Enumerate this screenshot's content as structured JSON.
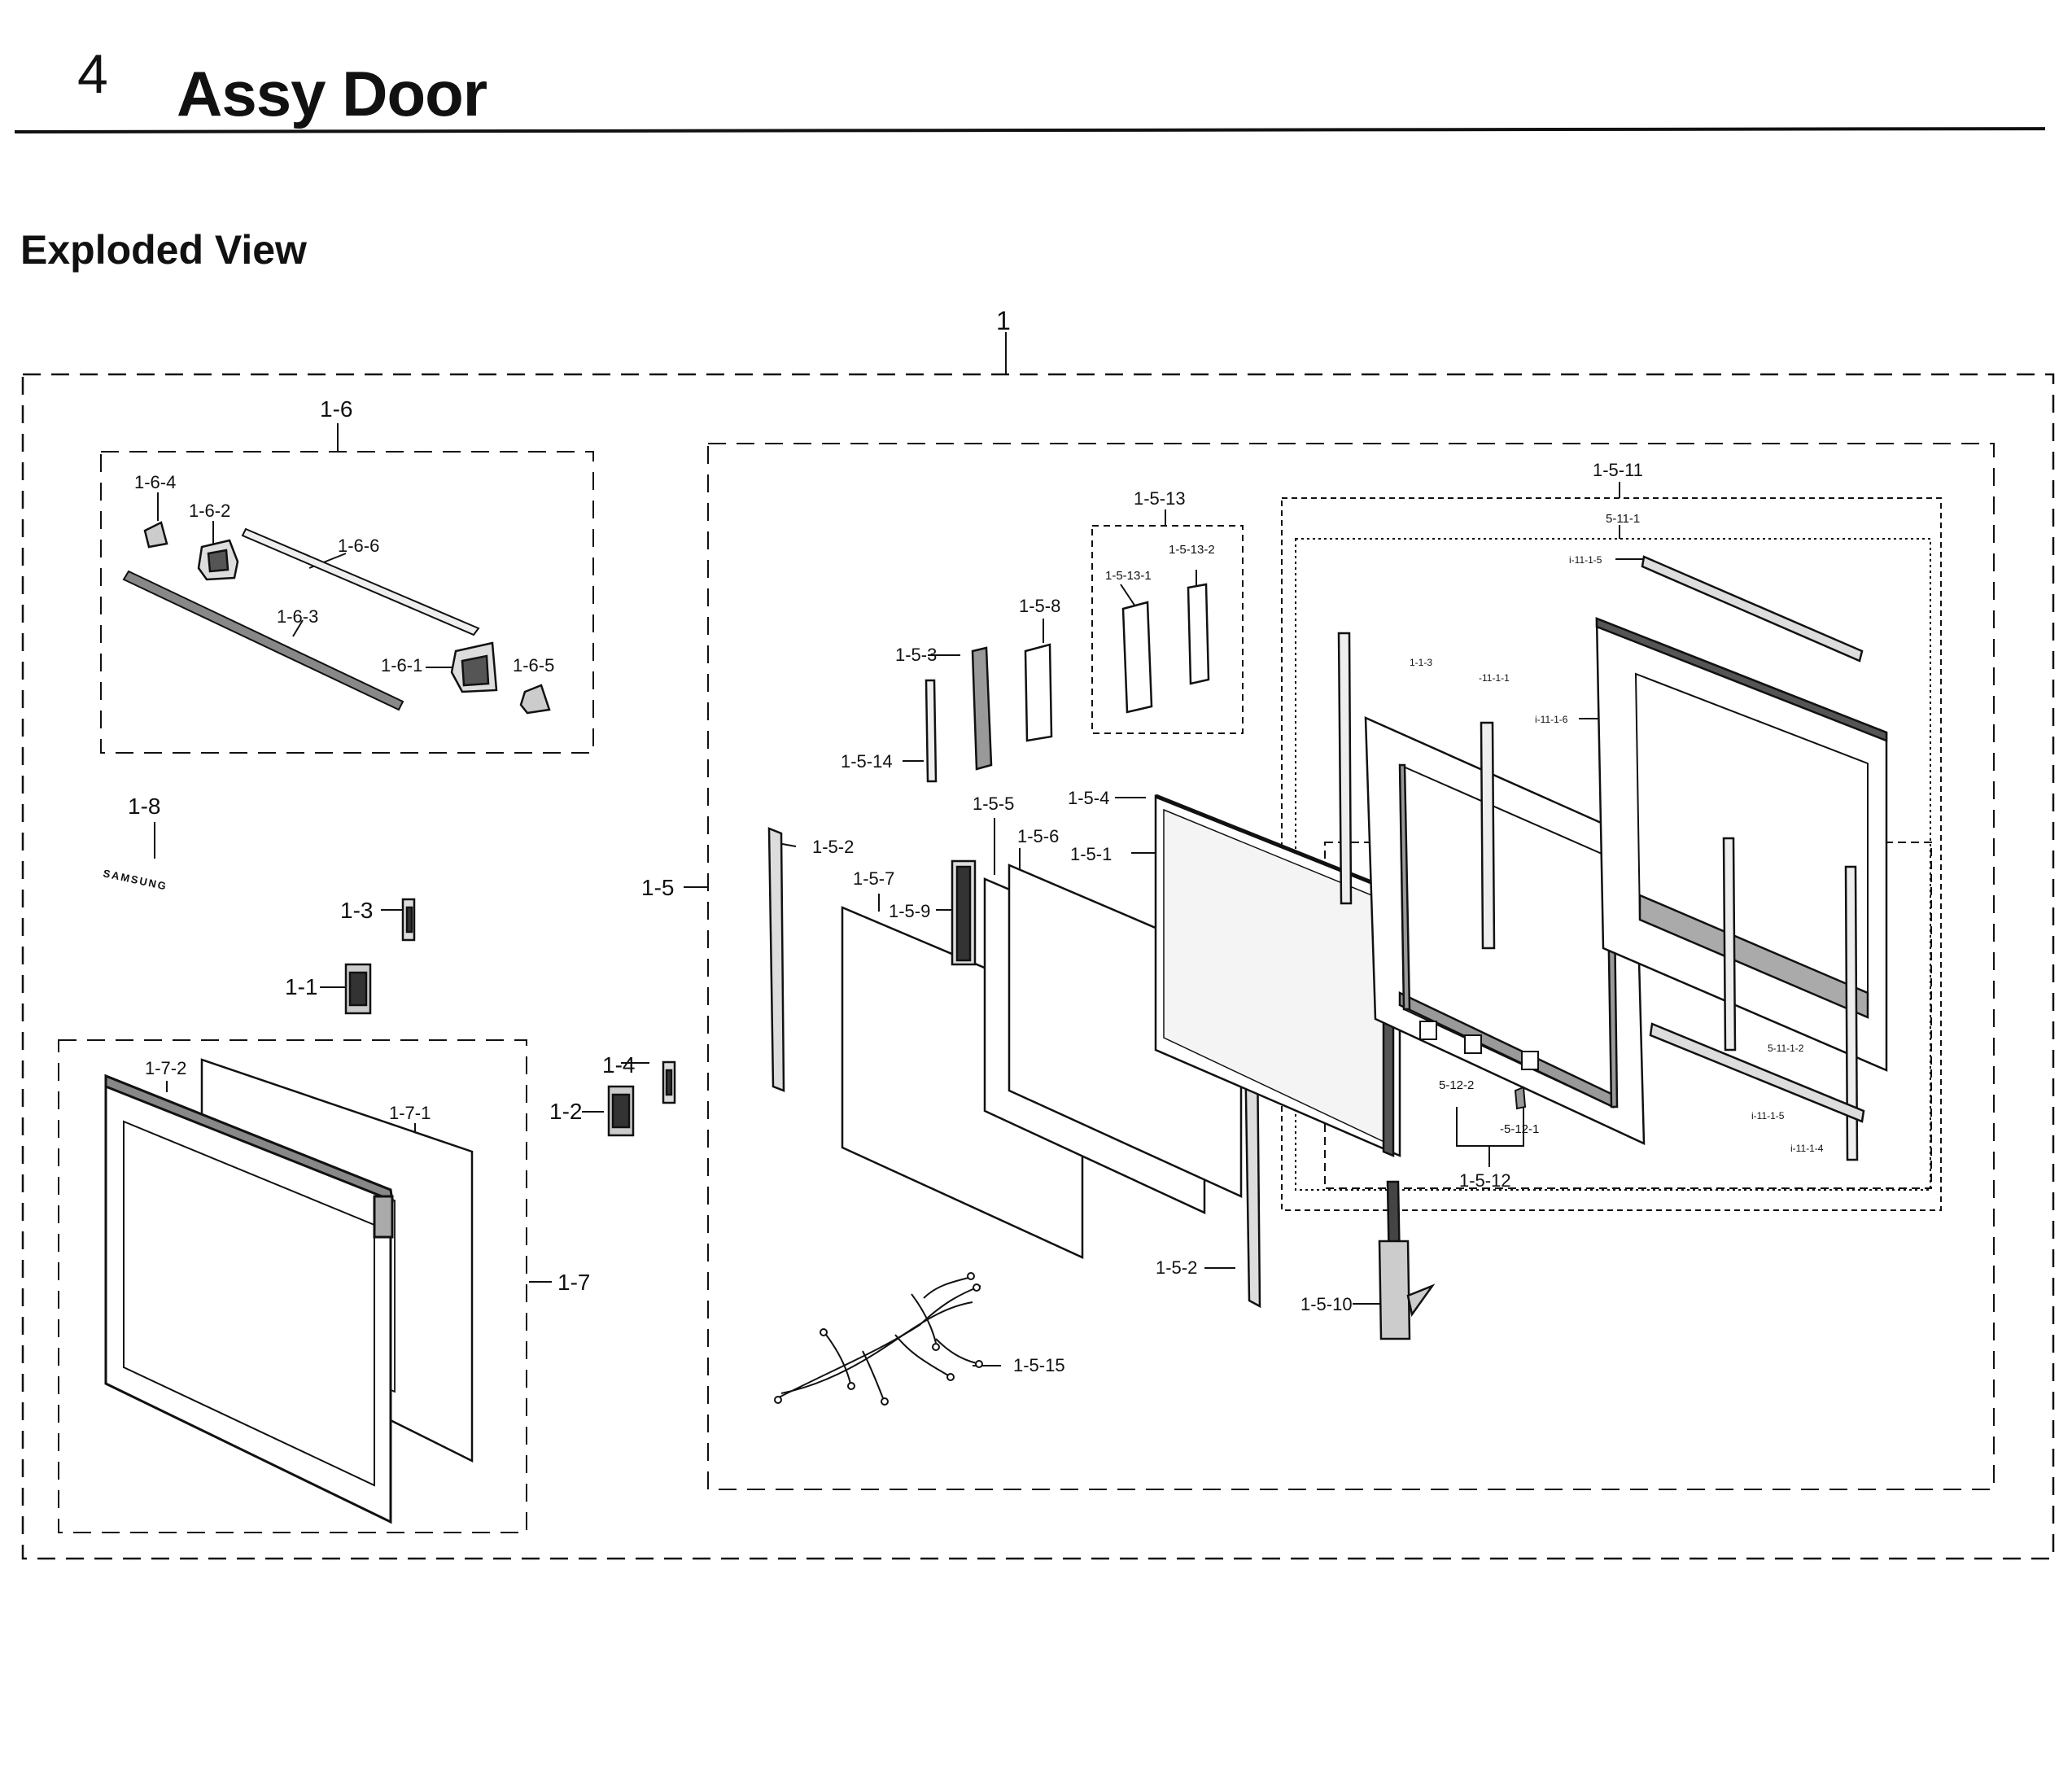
{
  "header": {
    "chapter_number": "4",
    "title": "Assy Door"
  },
  "section": {
    "title": "Exploded View"
  },
  "labels": {
    "p1": "1",
    "p1_1": "1-1",
    "p1_2": "1-2",
    "p1_3": "1-3",
    "p1_4": "1-4",
    "p1_5": "1-5",
    "p1_5_1": "1-5-1",
    "p1_5_2a": "1-5-2",
    "p1_5_2b": "1-5-2",
    "p1_5_3": "1-5-3",
    "p1_5_4": "1-5-4",
    "p1_5_5": "1-5-5",
    "p1_5_6": "1-5-6",
    "p1_5_7": "1-5-7",
    "p1_5_8": "1-5-8",
    "p1_5_9": "1-5-9",
    "p1_5_10": "1-5-10",
    "p1_5_11": "1-5-11",
    "p5_11_1": "5-11-1",
    "pi_11_1_5": "i-11-1-5",
    "p1_1_3": "1-1-3",
    "p_11_1_1": "-11-1-1",
    "pi_11_1_6": "i-11-1-6",
    "p5_11_1_2": "5-11-1-2",
    "pi_11_1_5b": "i-11-1-5",
    "pi_11_1_4": "i-11-1-4",
    "p1_5_12": "1-5-12",
    "p5_12_2": "5-12-2",
    "p5_12_1": "-5-12-1",
    "p1_5_13": "1-5-13",
    "p1_5_13_1": "1-5-13-1",
    "p1_5_13_2": "1-5-13-2",
    "p1_5_14": "1-5-14",
    "p1_5_15": "1-5-15",
    "p1_6": "1-6",
    "p1_6_1": "1-6-1",
    "p1_6_2": "1-6-2",
    "p1_6_3": "1-6-3",
    "p1_6_4": "1-6-4",
    "p1_6_5": "1-6-5",
    "p1_6_6": "1-6-6",
    "p1_7": "1-7",
    "p1_7_1": "1-7-1",
    "p1_7_2": "1-7-2",
    "p1_8": "1-8",
    "logo_text": "SAMSUNG"
  }
}
